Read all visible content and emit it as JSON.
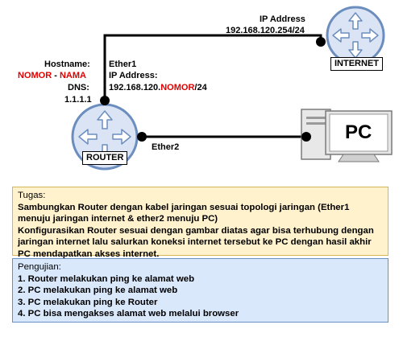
{
  "internet": {
    "ip_caption": "IP Address",
    "ip_value": "192.168.120.254/24",
    "label": "INTERNET"
  },
  "router": {
    "label": "ROUTER",
    "hostname_caption": "Hostname:",
    "hostname_value_1": "NOMOR",
    "hostname_sep": " - ",
    "hostname_value_2": "NAMA",
    "dns_caption": "DNS:",
    "dns_value": "1.1.1.1",
    "ether1_caption": "Ether1",
    "ether1_ip_caption": "IP Address:",
    "ether1_ip_prefix": "192.168.120.",
    "ether1_ip_var": "NOMOR",
    "ether1_ip_suffix": "/24",
    "ether2_caption": "Ether2"
  },
  "pc": {
    "label": "PC"
  },
  "task": {
    "heading": "Tugas:",
    "lines": [
      "Sambungkan Router dengan kabel jaringan sesuai topologi jaringan (Ether1",
      "menuju jaringan internet & ether2 menuju PC)",
      "Konfigurasikan Router sesuai dengan gambar diatas agar bisa terhubung dengan",
      "jaringan internet lalu salurkan koneksi internet tersebut ke PC dengan hasil akhir",
      "PC mendapatkan akses internet."
    ]
  },
  "test": {
    "heading": "Pengujian:",
    "items": [
      "1. Router melakukan ping ke alamat web",
      "2. PC melakukan ping ke alamat web",
      "3. PC melakukan ping ke Router",
      "4. PC bisa mengakses alamat web melalui browser"
    ]
  },
  "colors": {
    "device_fill": "#dae4f5",
    "device_stroke": "#6c8ebf",
    "arrow": "#ffffff",
    "red": "#e10000"
  }
}
